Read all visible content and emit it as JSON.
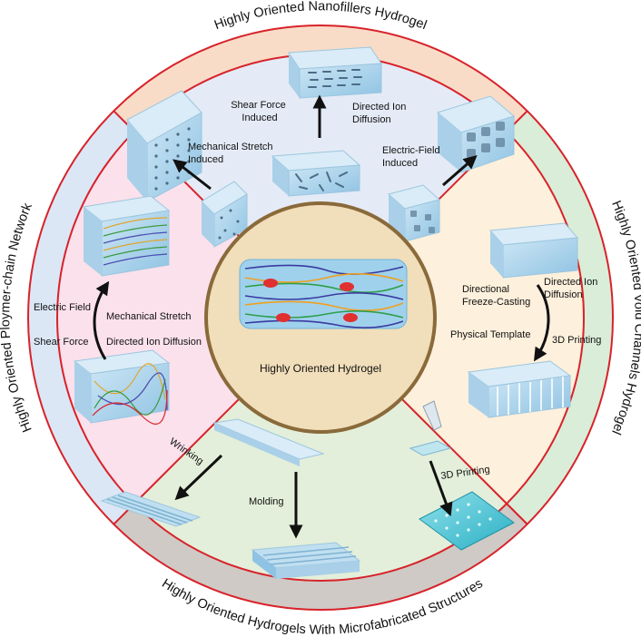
{
  "center": {
    "title": "Highly Oriented Hydrogel"
  },
  "ring_titles": {
    "top": "Highly Oriented Nanofillers Hydrogel",
    "right": "Highly Oriented Void Channels Hydrogel",
    "bottom": "Highly Oriented Hydrogels With Microfabricated Structures",
    "left": "Highly Oriented Ploymer-chain Network"
  },
  "top_sector": {
    "shear": [
      "Shear Force",
      "Induced"
    ],
    "ion": [
      "Directed Ion",
      "Diffusion"
    ],
    "stretch": [
      "Mechanical Stretch",
      "Induced"
    ],
    "efield": [
      "Electric-Field",
      "Induced"
    ]
  },
  "right_sector": {
    "freeze": [
      "Directional",
      "Freeze-Casting"
    ],
    "ion": [
      "Directed Ion",
      "Diffusion"
    ],
    "template": "Physical Template",
    "printing": "3D Printing"
  },
  "bottom_sector": {
    "wrinkling": "Wrinking",
    "molding": "Molding",
    "printing": "3D Printing"
  },
  "left_sector": {
    "efield": "Electric Field",
    "shear": "Shear Force",
    "stretch": "Mechanical Stretch",
    "ion": "Directed Ion Diffusion"
  },
  "colors": {
    "ring_border": "#d8222a",
    "top_band": "#f8dcc7",
    "right_band": "#d9edd8",
    "bottom_band": "#cfcac5",
    "left_band": "#dbe7f5",
    "top_fill": "#e4ebf6",
    "right_fill": "#fdf0dc",
    "bottom_fill": "#e3efda",
    "left_fill": "#fbe1ec",
    "center_fill": "#f1deba",
    "center_border": "#8a6a3a"
  }
}
